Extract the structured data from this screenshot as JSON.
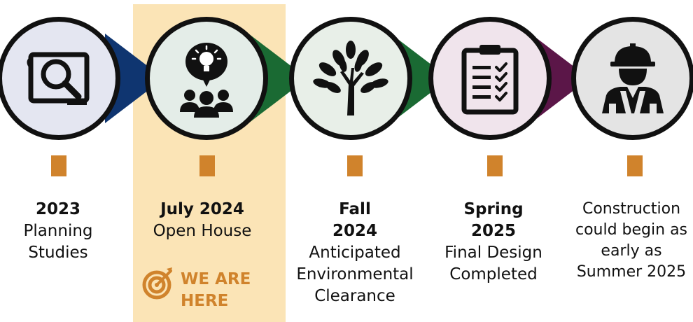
{
  "colors": {
    "highlight": "#fbe4b6",
    "accent_orange": "#d0832c",
    "navy": "#0f3570",
    "green": "#1a6a33",
    "maroon": "#5b1648",
    "circle_fill_1": "#e4e6f1",
    "circle_fill_2": "#e4ede8",
    "circle_fill_3": "#e8efe8",
    "circle_fill_4": "#f0e4ec",
    "circle_fill_5": "#e4e4e4"
  },
  "steps": [
    {
      "year": "2023",
      "desc": "Planning Studies",
      "icon": "map-magnifier-icon"
    },
    {
      "year": "July 2024",
      "desc": "Open House",
      "icon": "idea-people-icon"
    },
    {
      "year": "Fall 2024",
      "desc": "Anticipated Environmental Clearance",
      "icon": "tree-icon"
    },
    {
      "year": "Spring 2025",
      "desc": "Final Design Completed",
      "icon": "clipboard-checklist-icon"
    },
    {
      "year": "",
      "desc": "Construction could begin as early as Summer 2025",
      "icon": "construction-worker-icon"
    }
  ],
  "marker": {
    "text": "WE ARE HERE",
    "icon": "target-icon"
  }
}
